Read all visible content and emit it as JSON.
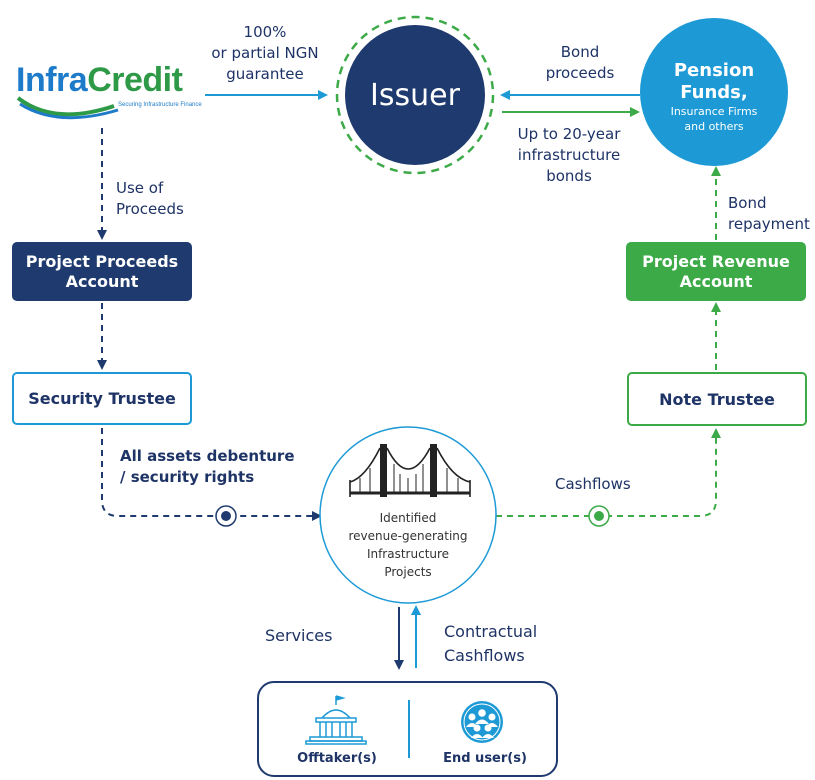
{
  "logo": {
    "wordmark_part1": "Infra",
    "wordmark_part2": "Credit",
    "tagline": "Securing Infrastructure Finance"
  },
  "nodes": {
    "issuer": "Issuer",
    "pension_title_1": "Pension",
    "pension_title_2": "Funds,",
    "pension_sub_1": "Insurance Firms",
    "pension_sub_2": "and others",
    "project_proceeds_account": "Project Proceeds Account",
    "security_trustee": "Security Trustee",
    "project_revenue_account": "Project Revenue Account",
    "note_trustee": "Note Trustee",
    "projects_1": "Identified",
    "projects_2": "revenue-generating",
    "projects_3": "Infrastructure",
    "projects_4": "Projects",
    "offtakers": "Offtaker(s)",
    "end_users": "End user(s)"
  },
  "flows": {
    "guarantee_1": "100%",
    "guarantee_2": "or partial NGN",
    "guarantee_3": "guarantee",
    "bond_proceeds_1": "Bond",
    "bond_proceeds_2": "proceeds",
    "bonds_1": "Up to 20-year",
    "bonds_2": "infrastructure",
    "bonds_3": "bonds",
    "use_of_proceeds_1": "Use of",
    "use_of_proceeds_2": "Proceeds",
    "bond_repayment_1": "Bond",
    "bond_repayment_2": "repayment",
    "assets_1": "All assets debenture",
    "assets_2": "/ security rights",
    "cashflows": "Cashflows",
    "services": "Services",
    "contractual_1": "Contractual",
    "contractual_2": "Cashflows"
  },
  "colors": {
    "navy": "#1e3a6e",
    "blue": "#1d9ad6",
    "green": "#3daa48",
    "dark_text": "#1e3366"
  }
}
